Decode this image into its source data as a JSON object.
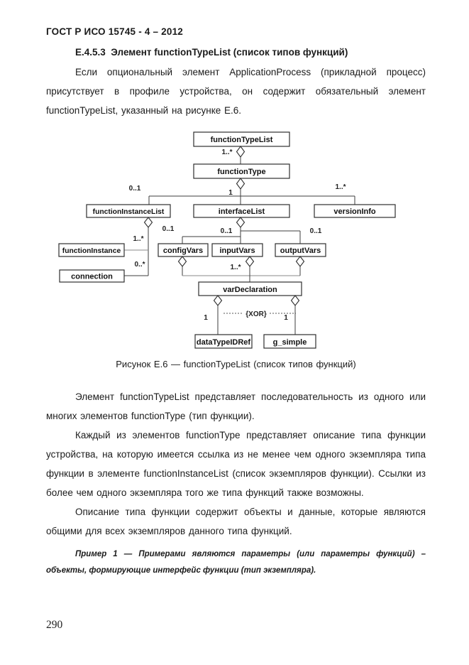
{
  "document": {
    "header": "ГОСТ Р ИСО 15745 - 4 – 2012",
    "section_heading": "Е.4.5.3  Элемент functionTypeList (список типов функций)",
    "paragraphs": {
      "intro": "Если опциональный элемент ApplicationProcess (прикладной процесс) присутствует в профиле устройства, он содержит обязательный элемент functionTypeList, указанный на рисунке Е.6.",
      "after_figure_1": "Элемент functionTypeList представляет последовательность из одного или многих элементов functionType (тип функции).",
      "after_figure_2": "Каждый из элементов functionType представляет описание типа функции устройства, на которую имеется ссылка из не менее чем одного экземпляра типа функции в элементе functionInstanceList (список экземпляров функции). Ссылки из более чем одного экземпляра того же типа функций также возможны.",
      "after_figure_3": "Описание типа функции содержит объекты и данные, которые являются общими для всех экземпляров данного типа функций.",
      "example": "Пример 1 — Примерами являются параметры (или параметры функций) – объекты, формирующие интерфейс функции (тип экземпляра)."
    },
    "page_number": "290"
  },
  "figure": {
    "caption": "Рисунок Е.6 — functionTypeList (список типов функций)",
    "boxes": [
      "functionTypeList",
      "functionType",
      "functionInstanceList",
      "interfaceList",
      "versionInfo",
      "functionInstance",
      "connection",
      "configVars",
      "inputVars",
      "outputVars",
      "varDeclaration",
      "dataTypeIDRef",
      "g_simple"
    ],
    "multiplicities": [
      "1..*",
      "1",
      "0..1",
      "1..*",
      "0..1",
      "1..*",
      "0..*",
      "0..1",
      "0..1",
      "1..*",
      "1",
      "1"
    ],
    "xor_label": "{XOR}"
  }
}
